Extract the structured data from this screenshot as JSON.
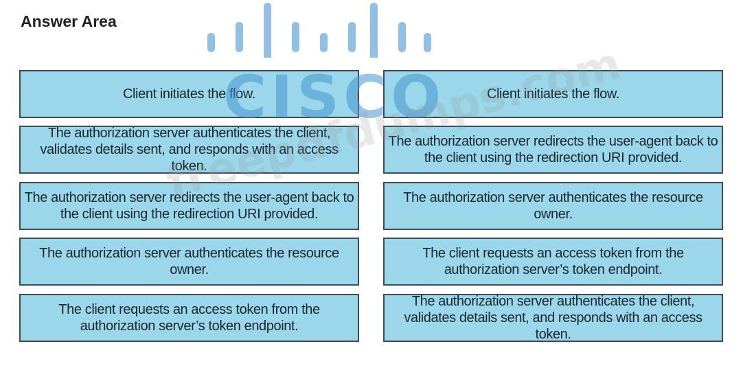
{
  "header": {
    "title": "Answer Area"
  },
  "watermark": {
    "logo_text": "CISCO",
    "site_text": "freepdfdumps.com"
  },
  "left_column": {
    "items": [
      "Client initiates the flow.",
      "The authorization server authenticates the client, validates details sent, and responds with an access token.",
      "The authorization server redirects the user-agent back to the client using the redirection URI provided.",
      "The authorization server authenticates the resource owner.",
      "The client requests an access token from the authorization server’s token endpoint."
    ]
  },
  "right_column": {
    "items": [
      "Client initiates the flow.",
      "The authorization server redirects the user-agent back to the client using the redirection URI provided.",
      "The authorization server authenticates the resource owner.",
      "The client requests an access token from the authorization server’s token endpoint.",
      "The authorization server authenticates the client, validates details sent, and responds with an access token."
    ]
  },
  "colors": {
    "box_fill": "#9ad7ea",
    "box_border": "#3f4b55",
    "watermark_blue": "#4696d2"
  }
}
